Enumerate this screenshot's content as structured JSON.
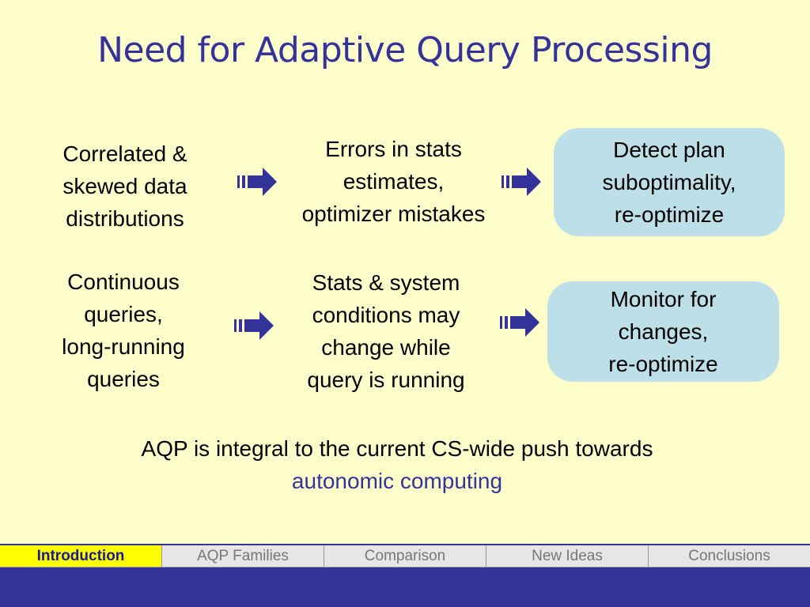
{
  "slide": {
    "title": "Need for Adaptive Query Processing"
  },
  "row1": {
    "cause_lines": [
      "Correlated &",
      "skewed data",
      "distributions"
    ],
    "effect_lines": [
      "Errors in stats",
      "estimates,",
      "optimizer mistakes"
    ],
    "action_lines": [
      "Detect plan",
      "suboptimality,",
      "re-optimize"
    ]
  },
  "row2": {
    "cause_lines": [
      "Continuous",
      "queries,",
      "long-running",
      "queries"
    ],
    "effect_lines": [
      "Stats & system",
      "conditions may",
      "change while",
      "query is running"
    ],
    "action_lines": [
      "Monitor for",
      "changes,",
      "re-optimize"
    ]
  },
  "summary": {
    "line1": "AQP is integral to the current CS-wide push towards",
    "line2": "autonomic computing"
  },
  "nav": {
    "tabs": [
      {
        "label": "Introduction",
        "active": true
      },
      {
        "label": "AQP Families",
        "active": false
      },
      {
        "label": "Comparison",
        "active": false
      },
      {
        "label": "New Ideas",
        "active": false
      },
      {
        "label": "Conclusions",
        "active": false
      }
    ]
  },
  "colors": {
    "background": "#ffffcc",
    "title": "#333399",
    "box_fill": "#bde0e8",
    "arrow": "#333399",
    "nav_active": "#ffff00",
    "footer": "#333399"
  },
  "icons": {
    "arrow": "striped-right-arrow-icon"
  }
}
